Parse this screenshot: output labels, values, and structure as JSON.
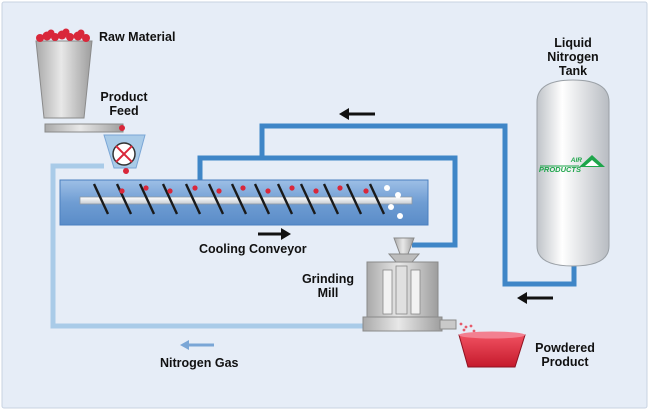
{
  "labels": {
    "raw_material": "Raw Material",
    "product_feed": [
      "Product",
      "Feed"
    ],
    "liquid_nitrogen_tank": [
      "Liquid",
      "Nitrogen",
      "Tank"
    ],
    "cooling_conveyor": "Cooling Conveyor",
    "grinding_mill": [
      "Grinding",
      "Mill"
    ],
    "nitrogen_gas": "Nitrogen Gas",
    "powdered_product": [
      "Powdered",
      "Product"
    ]
  },
  "logo": {
    "line1": "AIR",
    "line2": "PRODUCTS"
  },
  "colors": {
    "background": "#e6edf7",
    "pipe_dark": "#3f86c7",
    "pipe_light": "#a9cbe8",
    "conveyor": "#7ea9d9",
    "product_red": "#d9273a",
    "logo_green": "#1ea54b",
    "equipment_gray": "#c9c9c9"
  }
}
